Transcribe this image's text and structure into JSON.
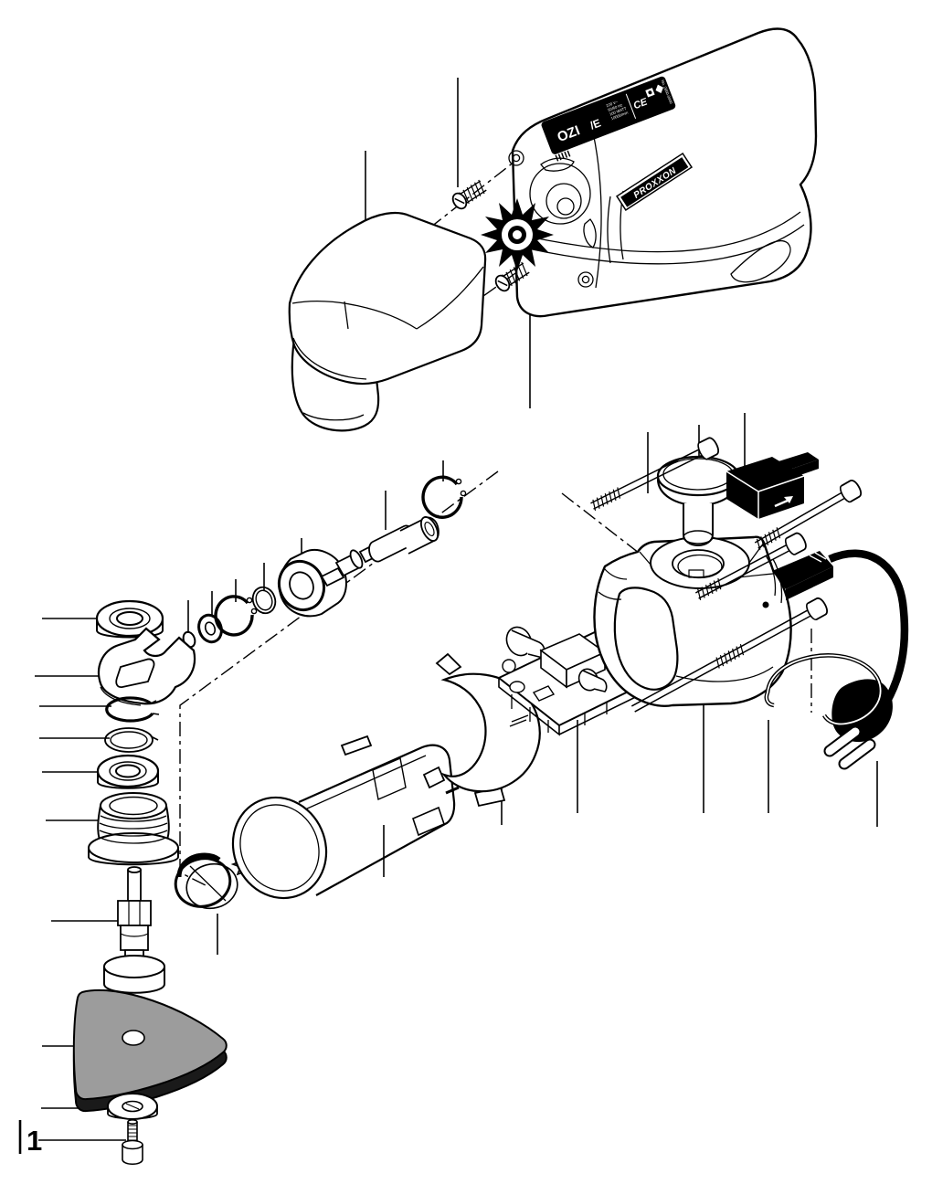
{
  "page": {
    "background": "#ffffff",
    "line_color": "#000000"
  },
  "callouts": {
    "item_1": "1"
  },
  "nameplate": {
    "model": "OZI",
    "variant": "/E",
    "spec_line_1": "220 V~",
    "spec_line_2": "50/60 Hz",
    "spec_line_3": "100 WATT",
    "spec_line_4": "10000/min",
    "ce_mark": "CE",
    "serial": "No. 2850-0000"
  },
  "brand": {
    "logo_text": "PROXXON"
  },
  "colors": {
    "pad_fill": "#9c9c9c",
    "pad_edge": "#1a1a1a",
    "part_black": "#000000"
  },
  "parts": [
    "head-cover",
    "main-housing",
    "nameplate",
    "proxxon-logo",
    "fan-impeller",
    "cover-screw",
    "ball-bearing",
    "special-wrench",
    "snap-ring",
    "circlip",
    "o-ring",
    "bellows-boot",
    "working-spindle",
    "sanding-pad",
    "pad-washer",
    "pad-screw",
    "spindle-shaft-assembly",
    "rubber-sleeve",
    "motor-pinion",
    "motor",
    "motor-clamp",
    "circuit-board",
    "housing-shell",
    "lock-knob",
    "switch-slider",
    "housing-screw",
    "strain-relief",
    "power-cord",
    "power-plug",
    "hanging-bail"
  ]
}
